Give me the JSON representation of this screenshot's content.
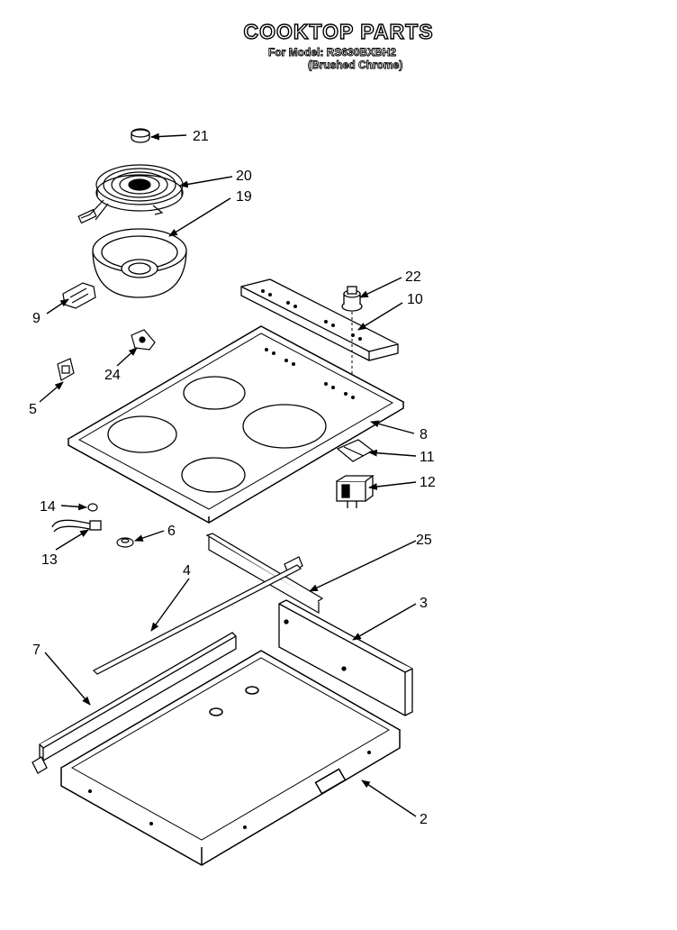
{
  "header": {
    "title": "COOKTOP PARTS",
    "model_label": "For Model:",
    "model_number": "RS630BXBH2",
    "finish": "(Brushed Chrome)"
  },
  "callouts": [
    "21",
    "20",
    "19",
    "9",
    "22",
    "10",
    "24",
    "5",
    "8",
    "11",
    "12",
    "14",
    "6",
    "13",
    "25",
    "4",
    "3",
    "7",
    "2"
  ]
}
